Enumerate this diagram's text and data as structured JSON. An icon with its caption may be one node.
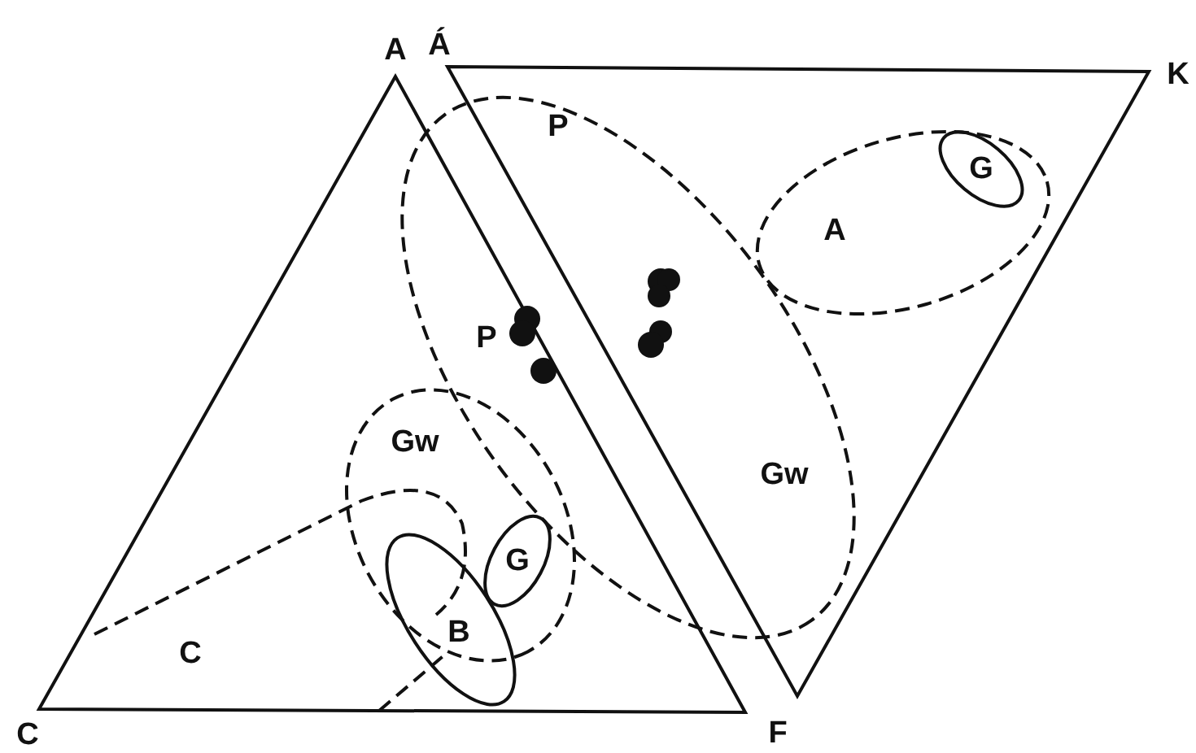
{
  "diagram": {
    "labels": [
      "A",
      "Á",
      "K",
      "P",
      "G",
      "A",
      "P",
      "Gw",
      "Gw",
      "G",
      "B",
      "C",
      "C",
      "F"
    ]
  }
}
